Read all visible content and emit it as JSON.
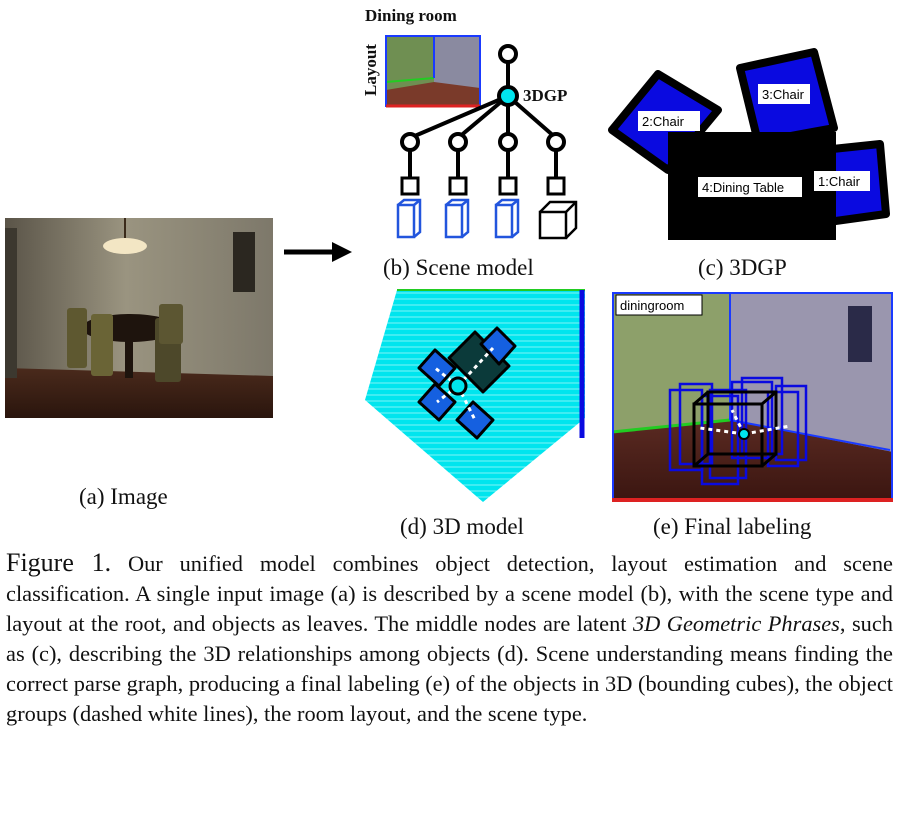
{
  "panels": {
    "a": {
      "label": "(a) Image"
    },
    "b": {
      "label": "(b) Scene model",
      "scene_title": "Dining room",
      "layout_label": "Layout",
      "root_label": "3DGP"
    },
    "c": {
      "label": "(c) 3DGP",
      "objects": [
        "2:Chair",
        "3:Chair",
        "1:Chair",
        "4:Dining Table"
      ]
    },
    "d": {
      "label": "(d) 3D model"
    },
    "e": {
      "label": "(e) Final labeling",
      "tag": "diningroom"
    }
  },
  "caption": {
    "figure_number": "Figure 1.",
    "part1": "Our unified model combines object detection, layout estimation and scene classification. A single input image (a) is described by a scene model (b), with the scene type and layout at the root, and objects as leaves. The middle nodes are latent",
    "emphasis": "3D Geometric Phrases",
    "part2": ", such as (c), describing the 3D relationships among objects (d). Scene understanding means finding the correct parse graph, producing a final labeling (e) of the objects in 3D (bounding cubes), the object groups (dashed white lines), the room layout, and the scene type."
  },
  "colors": {
    "cyan": "#00e5ee",
    "blue": "#0a0ae0",
    "layout_green": "#22cc22",
    "layout_red": "#dd2222"
  }
}
